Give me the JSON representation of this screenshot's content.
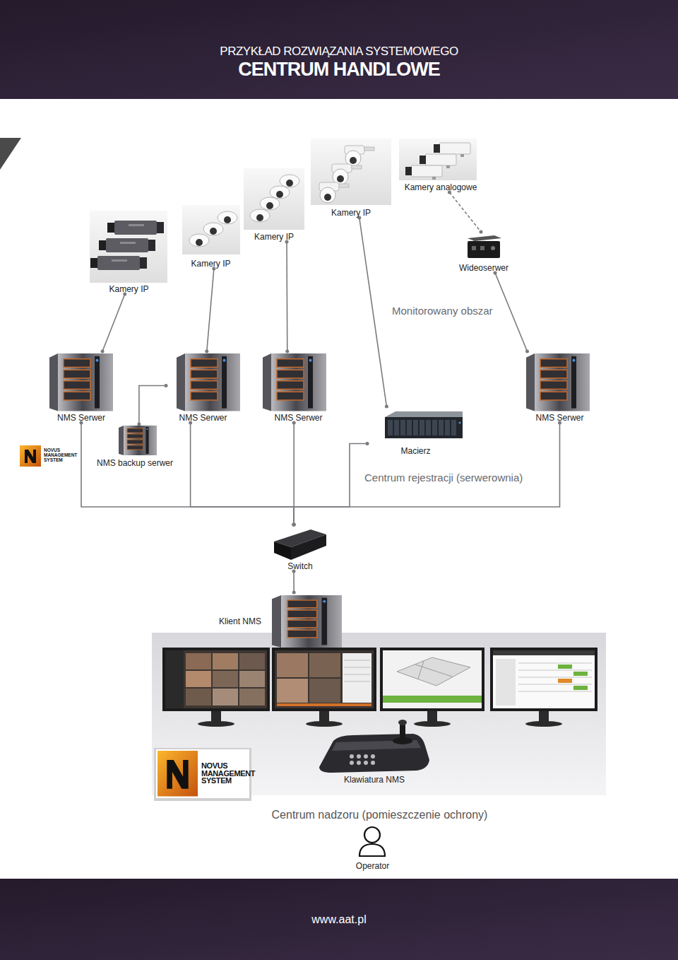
{
  "diagram": {
    "title": "CENTRUM HANDLOWE",
    "nodes": [
      {
        "text": [
          "Monitorowany obszar"
        ]
      },
      {
        "text": [
          "Kamery analogowe"
        ],
        "in": 0
      },
      {
        "text": [
          "Kamery IP"
        ],
        "in": 0
      },
      {
        "text": [
          "Kamery IP"
        ],
        "in": 0
      },
      {
        "text": [
          "Kamery IP"
        ],
        "in": 0
      },
      {
        "text": [
          "Wideoserwer"
        ],
        "in": 0
      },
      {
        "text": [
          "Kamery IP"
        ],
        "in": 0
      },
      {
        "text": [
          "Centrum rejestracji (serwerownia)"
        ]
      },
      {
        "text": [
          "NMS Serwer"
        ],
        "in": 7
      },
      {
        "text": [
          "NMS Serwer"
        ],
        "in": 7
      },
      {
        "text": [
          "NMS Serwer"
        ],
        "in": 7
      },
      {
        "text": [
          "Macierz"
        ],
        "in": 7
      },
      {
        "text": [
          "NMS Serwer"
        ],
        "in": 7
      },
      {
        "text": [
          "NMS backup serwer"
        ],
        "in": 7
      },
      {
        "text": [
          "Switch"
        ]
      },
      {
        "text": [
          "Centrum nadzoru (pomieszczenie ochrony)"
        ]
      },
      {
        "text": [
          "Klient NMS"
        ],
        "in": 15
      },
      {
        "text": [
          "Klawiatura NMS"
        ],
        "in": 15
      },
      {
        "text": [
          "Operator"
        ]
      }
    ],
    "edges": [
      {
        "from": 6,
        "to": 8,
        "arrow": "none"
      },
      {
        "from": 4,
        "to": 9,
        "arrow": "none"
      },
      {
        "from": 3,
        "to": 10,
        "arrow": "none"
      },
      {
        "from": 2,
        "to": 11,
        "arrow": "none"
      },
      {
        "from": 1,
        "to": 5,
        "arrow": "none"
      },
      {
        "from": 5,
        "to": 12,
        "arrow": "none"
      },
      {
        "from": 9,
        "to": 13,
        "arrow": "none"
      },
      {
        "from": 8,
        "to": 14,
        "arrow": "none"
      },
      {
        "from": 9,
        "to": 14,
        "arrow": "none"
      },
      {
        "from": 10,
        "to": 14,
        "arrow": "none"
      },
      {
        "from": 11,
        "to": 14,
        "arrow": "none"
      },
      {
        "from": 12,
        "to": 14,
        "arrow": "none"
      },
      {
        "from": 14,
        "to": 16,
        "arrow": "none"
      }
    ],
    "labels": [
      "PRZYKŁAD ROZWIĄZANIA SYSTEMOWEGO",
      "NOVUS MANAGEMENT SYSTEM",
      "NOVUS MANAGEMENT SYSTEM",
      "www.aat.pl"
    ]
  }
}
